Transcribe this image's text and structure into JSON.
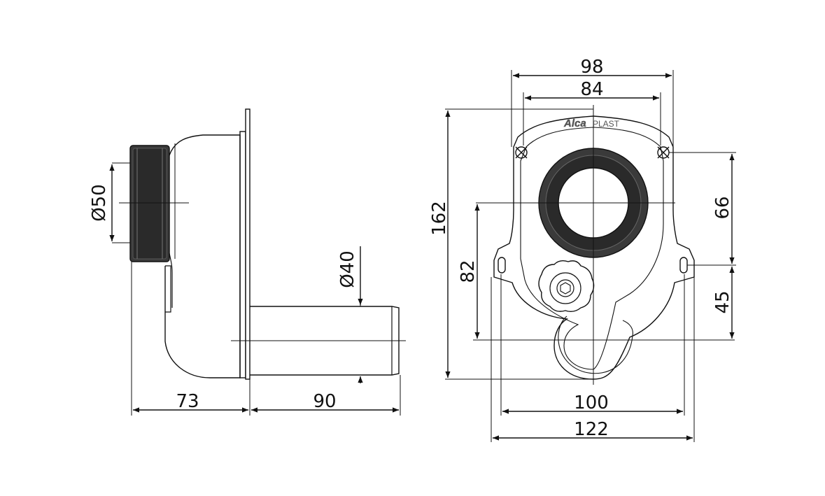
{
  "side_view": {
    "dim_inlet_diameter": "Ø50",
    "dim_outlet_diameter": "Ø40",
    "dim_depth": "73",
    "dim_outlet_length": "90"
  },
  "front_view": {
    "brand_logo": {
      "alca": "Alca",
      "plast": "PLAST"
    },
    "dim_overall_width": "98",
    "dim_hole_spacing_top": "84",
    "dim_total_height": "162",
    "dim_outlet_height": "82",
    "dim_upper_offset": "66",
    "dim_lower_offset": "45",
    "dim_side_hole_spacing": "100",
    "dim_base_width": "122"
  },
  "colors": {
    "line": "#111111",
    "rubber": "#3a3a3a",
    "rubber_dark": "#1e1e1e"
  }
}
